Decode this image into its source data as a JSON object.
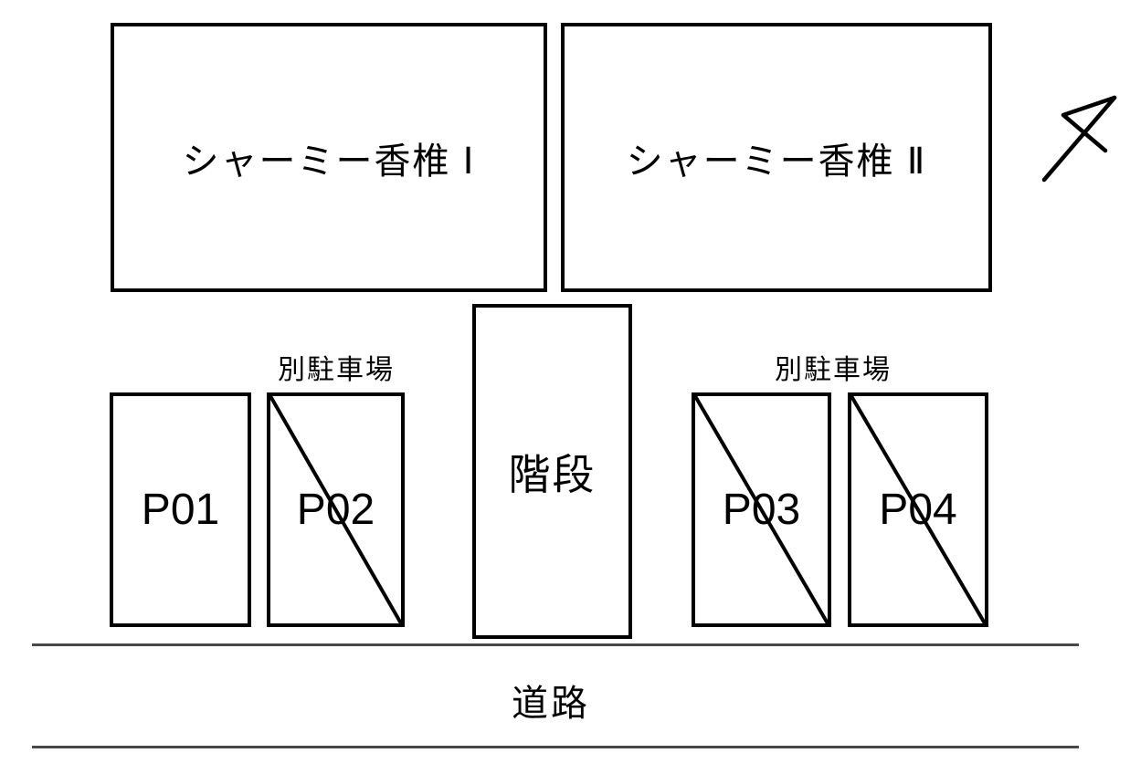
{
  "plan": {
    "buildings": [
      {
        "id": "building-1",
        "label": "シャーミー香椎 Ⅰ"
      },
      {
        "id": "building-2",
        "label": "シャーミー香椎 Ⅱ"
      }
    ],
    "stairs": {
      "label": "階段"
    },
    "separate_parking_labels": [
      "別駐車場",
      "別駐車場"
    ],
    "parking_spaces": [
      {
        "id": "P01",
        "label": "P01",
        "crossed_out": false
      },
      {
        "id": "P02",
        "label": "P02",
        "crossed_out": true
      },
      {
        "id": "P03",
        "label": "P03",
        "crossed_out": true
      },
      {
        "id": "P04",
        "label": "P04",
        "crossed_out": true
      }
    ],
    "road": {
      "label": "道路"
    },
    "north_arrow": {
      "icon": "north-arrow"
    },
    "colors": {
      "outline": "#000000",
      "road_line": "#474747",
      "background": "#ffffff"
    }
  }
}
